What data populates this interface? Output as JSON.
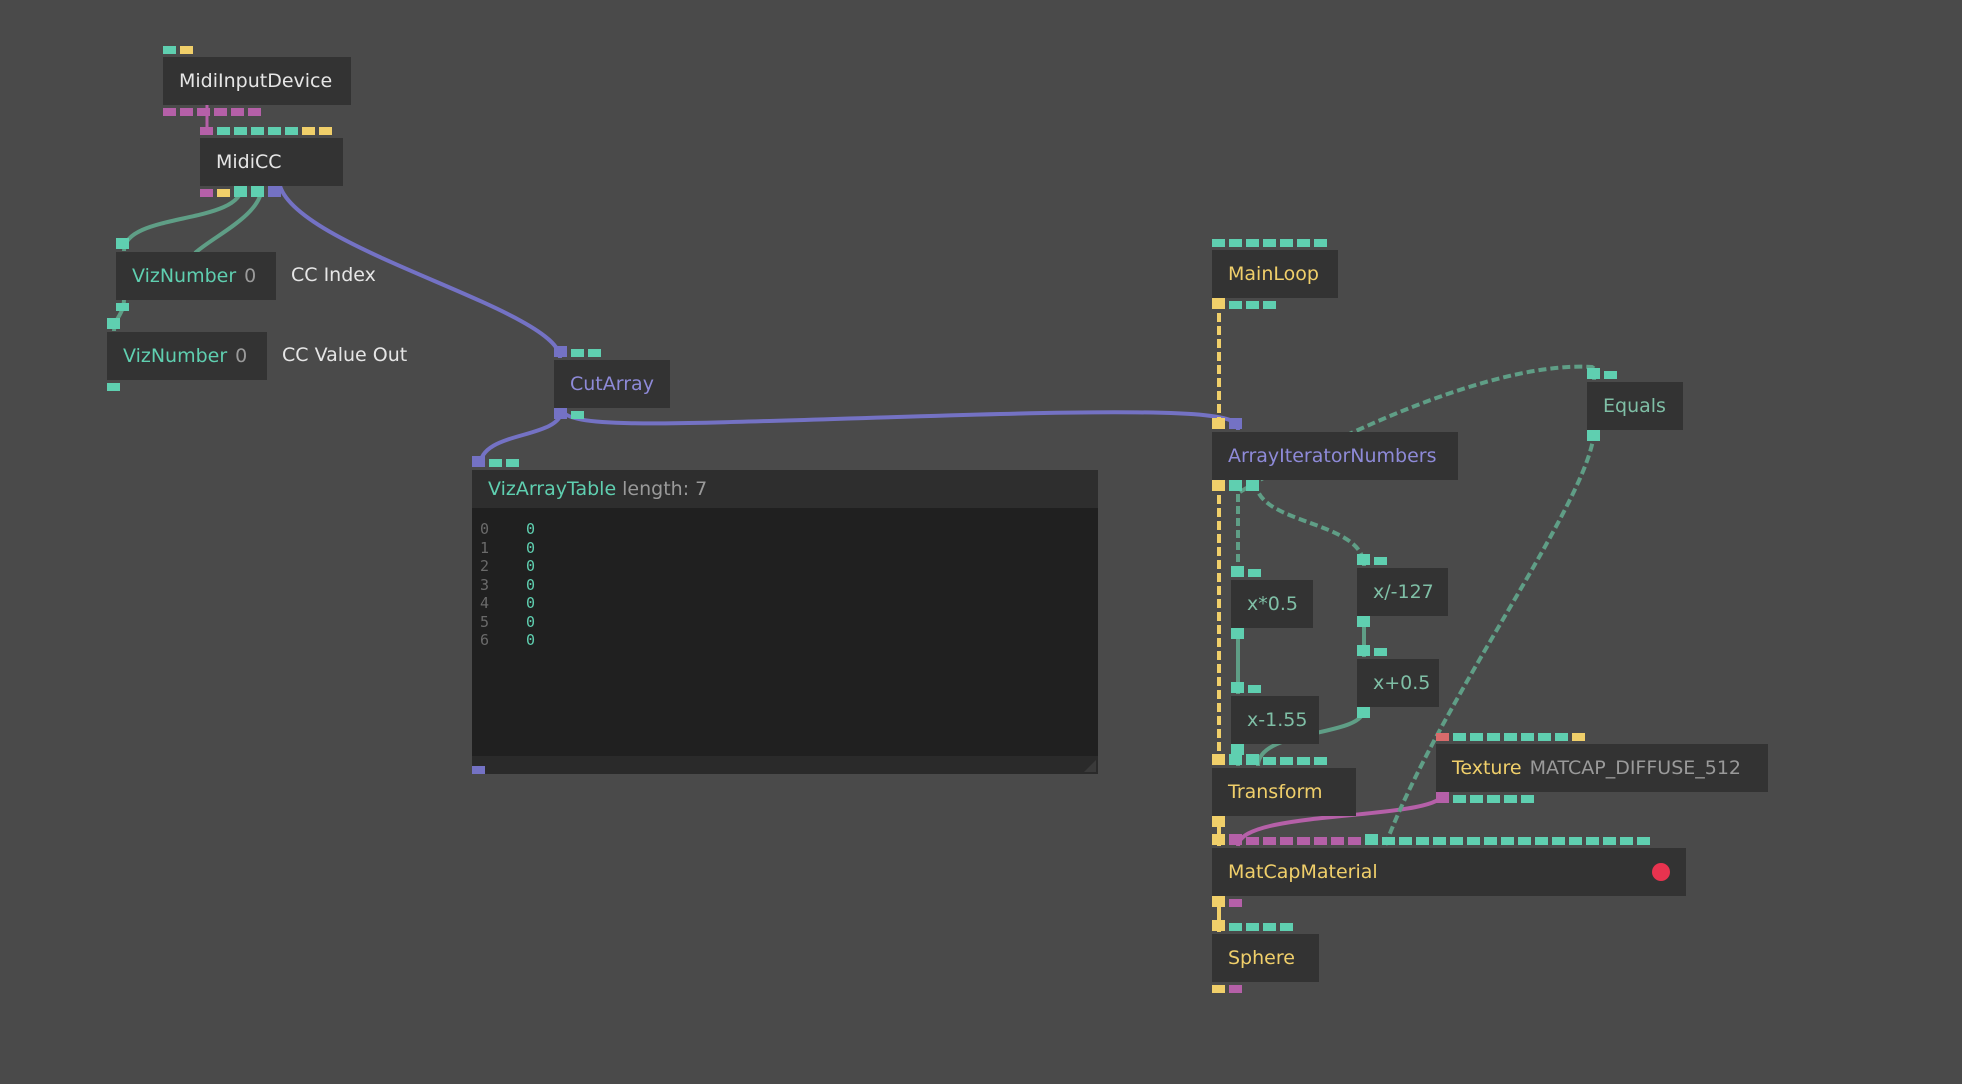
{
  "colors": {
    "background": "#4a4a4a",
    "node": "#333333",
    "teal": "#5fcfb0",
    "purple": "#8e8ad8",
    "yellow": "#f0cf6a",
    "magenta": "#b560a8",
    "red": "#e8334f"
  },
  "nodes": {
    "midi_input_device": {
      "title": "MidiInputDevice"
    },
    "midi_cc": {
      "title": "MidiCC"
    },
    "viz_number_1": {
      "title": "VizNumber",
      "value": "0",
      "label": "CC Index"
    },
    "viz_number_2": {
      "title": "VizNumber",
      "value": "0",
      "label": "CC Value Out"
    },
    "cut_array": {
      "title": "CutArray"
    },
    "viz_array_table": {
      "title": "VizArrayTable",
      "extra": "length: 7",
      "rows": [
        {
          "index": "0",
          "value": "0"
        },
        {
          "index": "1",
          "value": "0"
        },
        {
          "index": "2",
          "value": "0"
        },
        {
          "index": "3",
          "value": "0"
        },
        {
          "index": "4",
          "value": "0"
        },
        {
          "index": "5",
          "value": "0"
        },
        {
          "index": "6",
          "value": "0"
        }
      ]
    },
    "main_loop": {
      "title": "MainLoop"
    },
    "array_iterator_numbers": {
      "title": "ArrayIteratorNumbers"
    },
    "equals": {
      "title": "Equals"
    },
    "mul": {
      "title": "x*0.5"
    },
    "div": {
      "title": "x/-127"
    },
    "add": {
      "title": "x+0.5"
    },
    "sub": {
      "title": "x-1.55"
    },
    "transform": {
      "title": "Transform"
    },
    "texture": {
      "title": "Texture",
      "extra": "MATCAP_DIFFUSE_512"
    },
    "matcap_material": {
      "title": "MatCapMaterial"
    },
    "sphere": {
      "title": "Sphere"
    }
  }
}
